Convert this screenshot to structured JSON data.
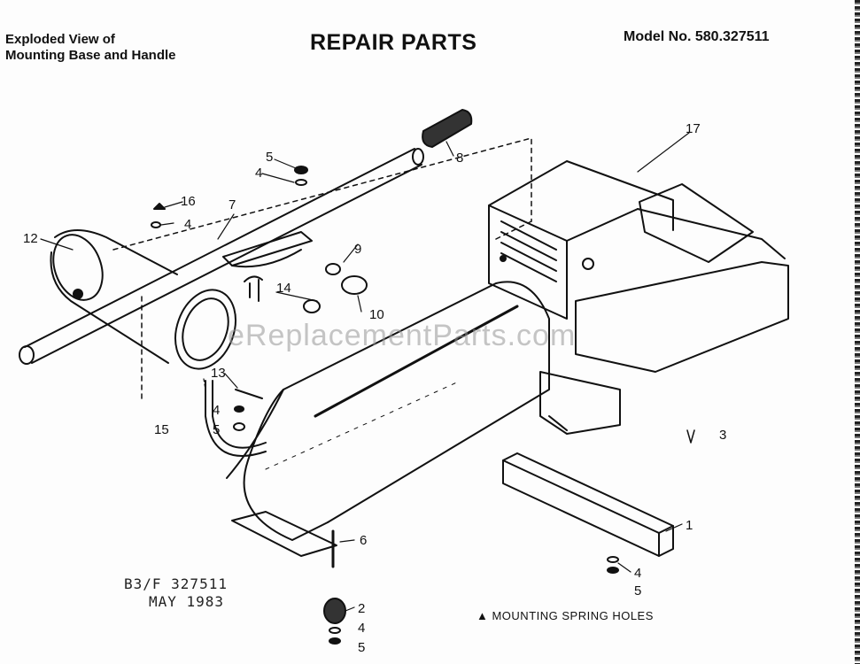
{
  "header": {
    "subtitle_line1": "Exploded View of",
    "subtitle_line2": "Mounting Base and Handle",
    "title": "REPAIR PARTS",
    "model": "Model No. 580.327511"
  },
  "callouts": {
    "p1": "1",
    "p2": "2",
    "p3": "3",
    "p4a": "4",
    "p4b": "4",
    "p4c": "4",
    "p4d": "4",
    "p4e": "4",
    "p5a": "5",
    "p5b": "5",
    "p5c": "5",
    "p5d": "5",
    "p6": "6",
    "p7": "7",
    "p8": "8",
    "p9": "9",
    "p10": "10",
    "p12": "12",
    "p13": "13",
    "p14": "14",
    "p15": "15",
    "p16": "16",
    "p17": "17"
  },
  "stamp": {
    "line1": "B3/F 327511",
    "line2": "MAY 1983"
  },
  "footnote": "▲ MOUNTING SPRING HOLES",
  "watermark": "eReplacementParts.com"
}
